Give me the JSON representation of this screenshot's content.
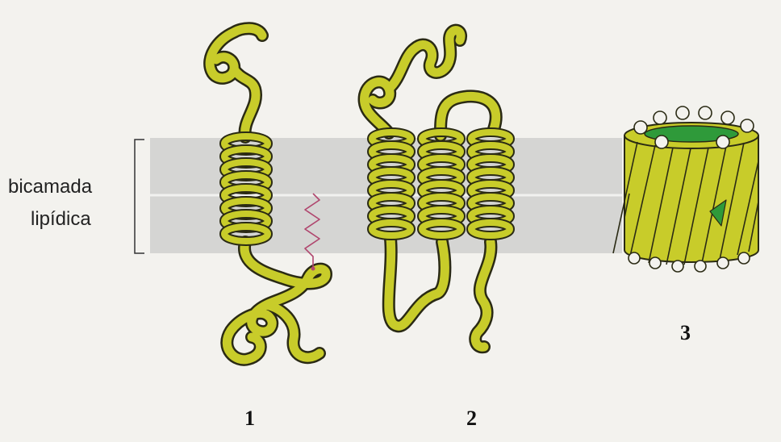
{
  "labels": {
    "bilayer_line1": "bicamada",
    "bilayer_line2": "lipídica"
  },
  "numbers": {
    "protein_1": "1",
    "protein_2": "2",
    "protein_3": "3"
  },
  "colors": {
    "protein": "#c8cc2a",
    "outline": "#2a2a14",
    "bilayer": "#d5d5d3",
    "lipid_chain": "#b0466e",
    "pore": "#2f9a3a"
  }
}
